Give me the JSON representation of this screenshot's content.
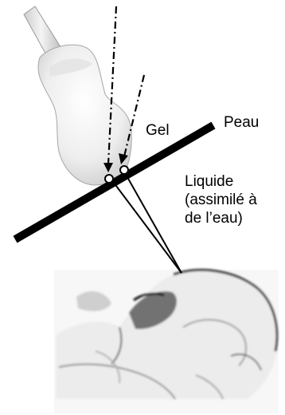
{
  "labels": {
    "gel": "Gel",
    "skin": "Peau",
    "liquid_lines": [
      "Liquide",
      "(assimilé à",
      "de l’eau)"
    ]
  },
  "colors": {
    "line": "#000000",
    "probe_body": "#f2f2f2",
    "background": "#ffffff"
  }
}
